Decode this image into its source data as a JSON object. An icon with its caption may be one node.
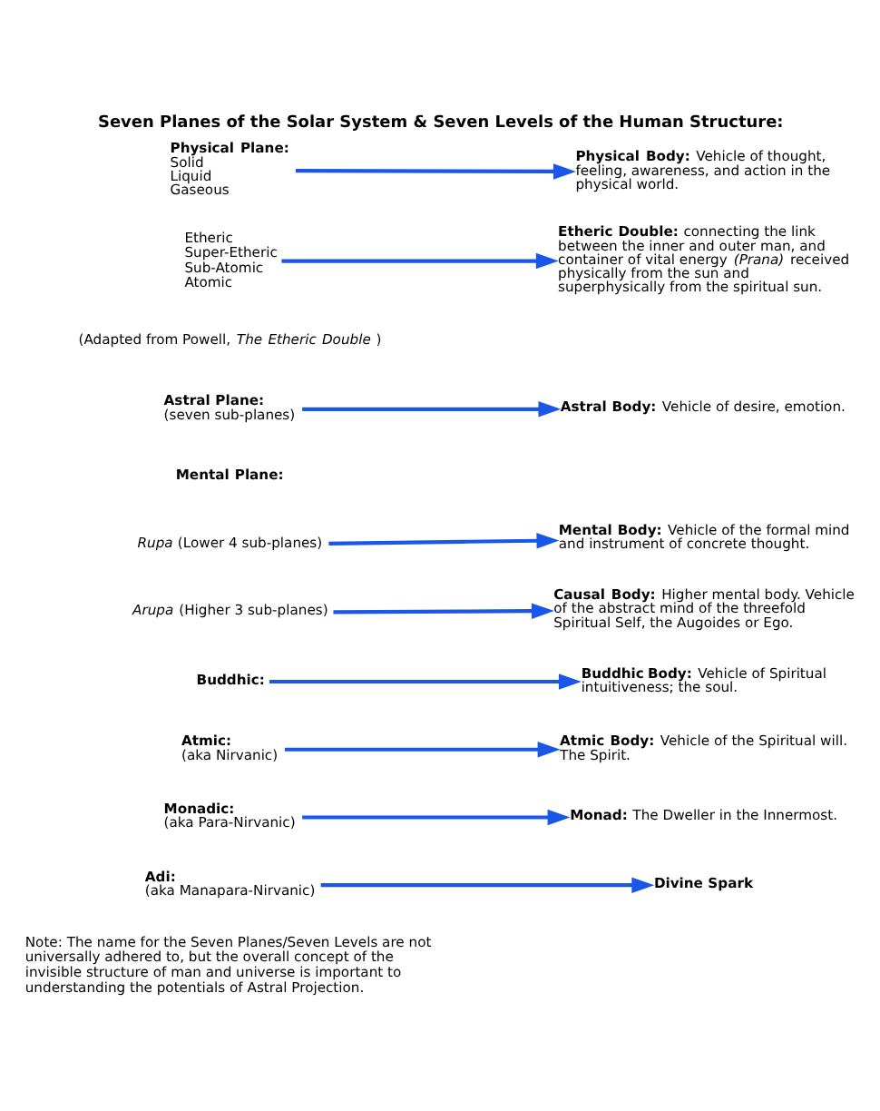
{
  "diagram": {
    "title": "Seven Planes of the Solar System & Seven Levels of the Human Structure:",
    "nodes": [
      {
        "text": [
          "Physical Plane:",
          "Solid",
          "Liquid",
          "Gaseous"
        ]
      },
      {
        "text": [
          "Physical Body:",
          "Vehicle of thought, feeling, awareness, and action in the physical world."
        ]
      },
      {
        "text": [
          "Etheric",
          "Super-Etheric",
          "Sub-Atomic",
          "Atomic"
        ]
      },
      {
        "text": [
          "Etheric Double:",
          "connecting the link between the inner and outer man, and container of vital energy *(Prana)* received physically from the sun and superphysically from the spiritual sun."
        ]
      },
      {
        "text": [
          "Astral Plane:",
          "(seven sub-planes)"
        ]
      },
      {
        "text": [
          "Astral Body:",
          "Vehicle of desire, emotion."
        ]
      },
      {
        "text": [
          "*Rupa* (Lower 4 sub-planes)"
        ]
      },
      {
        "text": [
          "Mental Body:",
          "Vehicle of the formal mind and instrument of concrete thought."
        ]
      },
      {
        "text": [
          "*Arupa* (Higher 3 sub-planes)"
        ]
      },
      {
        "text": [
          "Causal Body:",
          "Higher mental body. Vehicle of the abstract mind of the threefold Spiritual Self, the Augoides or Ego."
        ]
      },
      {
        "text": [
          "Buddhic:"
        ]
      },
      {
        "text": [
          "Buddhic Body:",
          "Vehicle of Spiritual intuitiveness; the soul."
        ]
      },
      {
        "text": [
          "Atmic:",
          "(aka Nirvanic)"
        ]
      },
      {
        "text": [
          "Atmic Body:",
          "Vehicle of the Spiritual will. The Spirit."
        ]
      },
      {
        "text": [
          "Monadic:",
          "(aka Para-Nirvanic)"
        ]
      },
      {
        "text": [
          "Monad:",
          "The Dweller in the Innermost."
        ]
      },
      {
        "text": [
          "Adi:",
          "(aka Manapara-Nirvanic)"
        ]
      },
      {
        "text": [
          "Divine Spark"
        ]
      }
    ],
    "edges": [
      {
        "from": 0,
        "to": 1,
        "arrow": "to"
      },
      {
        "from": 2,
        "to": 3,
        "arrow": "to"
      },
      {
        "from": 4,
        "to": 5,
        "arrow": "to"
      },
      {
        "from": 6,
        "to": 7,
        "arrow": "to"
      },
      {
        "from": 8,
        "to": 9,
        "arrow": "to"
      },
      {
        "from": 10,
        "to": 11,
        "arrow": "to"
      },
      {
        "from": 12,
        "to": 13,
        "arrow": "to"
      },
      {
        "from": 14,
        "to": 15,
        "arrow": "to"
      },
      {
        "from": 16,
        "to": 17,
        "arrow": "to"
      }
    ],
    "labels": [
      "(Adapted from Powell, *The Etheric Double* )",
      "Mental Plane:",
      "Note: The name for the Seven Planes/Seven Levels are not universally adhered to, but the overall concept of the invisible structure of man and universe is important to understanding the potentials of Astral Projection."
    ]
  }
}
